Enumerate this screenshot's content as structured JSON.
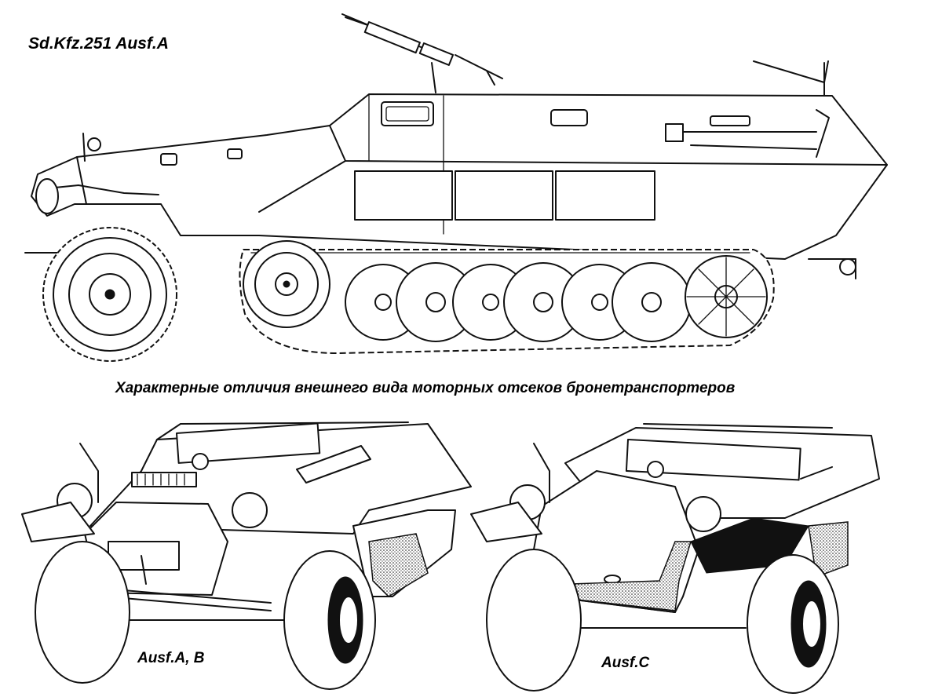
{
  "title": "Sd.Kfz.251 Ausf.A",
  "subtitle": "Характерные отличия внешнего вида моторных отсеков бронетранспортеров",
  "labels": {
    "front_ab": "Ausf.A, B",
    "front_c": "Ausf.C"
  },
  "colors": {
    "ink": "#111111",
    "paper": "#ffffff"
  }
}
